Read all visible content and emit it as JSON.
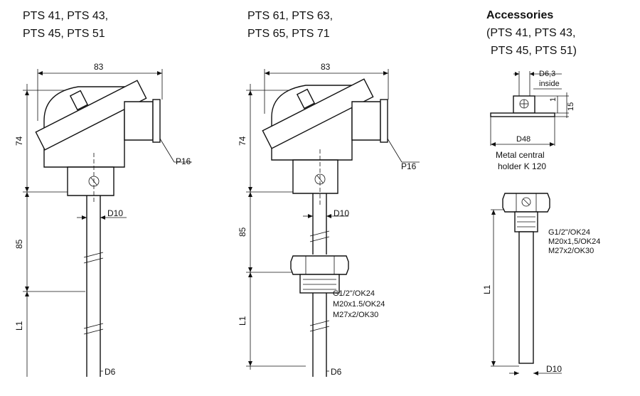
{
  "section1": {
    "title_line1": "PTS 41, PTS 43,",
    "title_line2": "PTS 45, PTS 51",
    "dims": {
      "width": "83",
      "height_head": "74",
      "cable": "P16",
      "tube_dia": "D10",
      "mid": "85",
      "bottom": "L1",
      "tip": "D6"
    }
  },
  "section2": {
    "title_line1": "PTS 61, PTS 63,",
    "title_line2": "PTS 65, PTS 71",
    "dims": {
      "width": "83",
      "height_head": "74",
      "cable": "P16",
      "tube_dia": "D10",
      "mid": "85",
      "bottom": "L1",
      "tip": "D6"
    },
    "thread_lines": [
      "G1/2\"/OK24",
      "M20x1.5/OK24",
      "M27x2/OK30"
    ]
  },
  "section3": {
    "title": "Accessories",
    "subtitle_line1": "(PTS 41, PTS 43,",
    "subtitle_line2": "PTS 45, PTS 51)",
    "holder": {
      "bore": "D6,3",
      "bore_note": "inside",
      "dim_small": "1",
      "dim_height": "15",
      "base_dia": "D48",
      "caption_line1": "Metal central",
      "caption_line2": "holder K 120"
    },
    "thermowell": {
      "thread_lines": [
        "G1/2\"/OK24",
        "M20x1,5/OK24",
        "M27x2/OK30"
      ],
      "length": "L1",
      "tube_dia": "D10"
    }
  }
}
